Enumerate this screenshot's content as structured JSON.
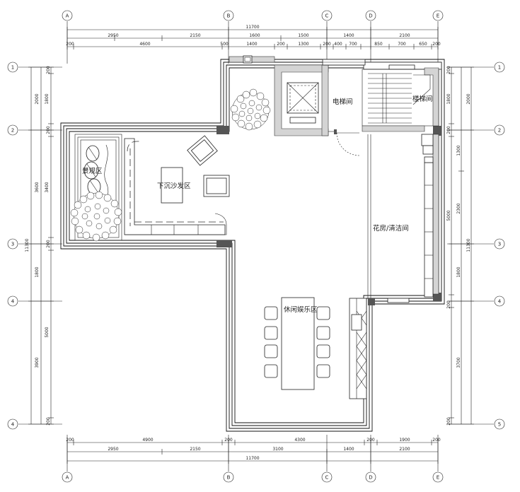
{
  "grid_axes": {
    "columns": [
      "A",
      "B",
      "C",
      "D",
      "E"
    ],
    "rows": [
      "1",
      "2",
      "3",
      "4",
      "5"
    ],
    "left_rows": [
      "1",
      "2",
      "3",
      "4",
      "4"
    ]
  },
  "dimensions": {
    "top_total": "11700",
    "top_row1": [
      "2950",
      "2150",
      "1600",
      "1500",
      "1400",
      "2100"
    ],
    "top_row2": [
      "200",
      "4600",
      "500",
      "1400",
      "200",
      "1300",
      "200",
      "400",
      "700",
      "850",
      "700",
      "650",
      "200"
    ],
    "bottom_row1": [
      "200",
      "4900",
      "200",
      "4300",
      "200",
      "1900",
      "200"
    ],
    "bottom_row2": [
      "2950",
      "2150",
      "3100",
      "1400",
      "2100"
    ],
    "bottom_total": "11700",
    "left_outer": [
      "2000",
      "3600",
      "1800",
      "3900"
    ],
    "left_total": "11300",
    "left_inner": [
      "200",
      "1800",
      "200",
      "3400",
      "200",
      "5000",
      "200"
    ],
    "right_inner": [
      "200",
      "1800",
      "200",
      "1300",
      "2300",
      "5000",
      "1800",
      "200",
      "3700",
      "200"
    ],
    "right_outer": [
      "2000",
      "11300"
    ]
  },
  "rooms": {
    "elevator": "电梯间",
    "stair": "楼梯间",
    "landscape": "景观区",
    "sunken_sofa": "下沉沙发区",
    "flower_room": "花房/清洁间",
    "leisure": "休闲娱乐区"
  }
}
